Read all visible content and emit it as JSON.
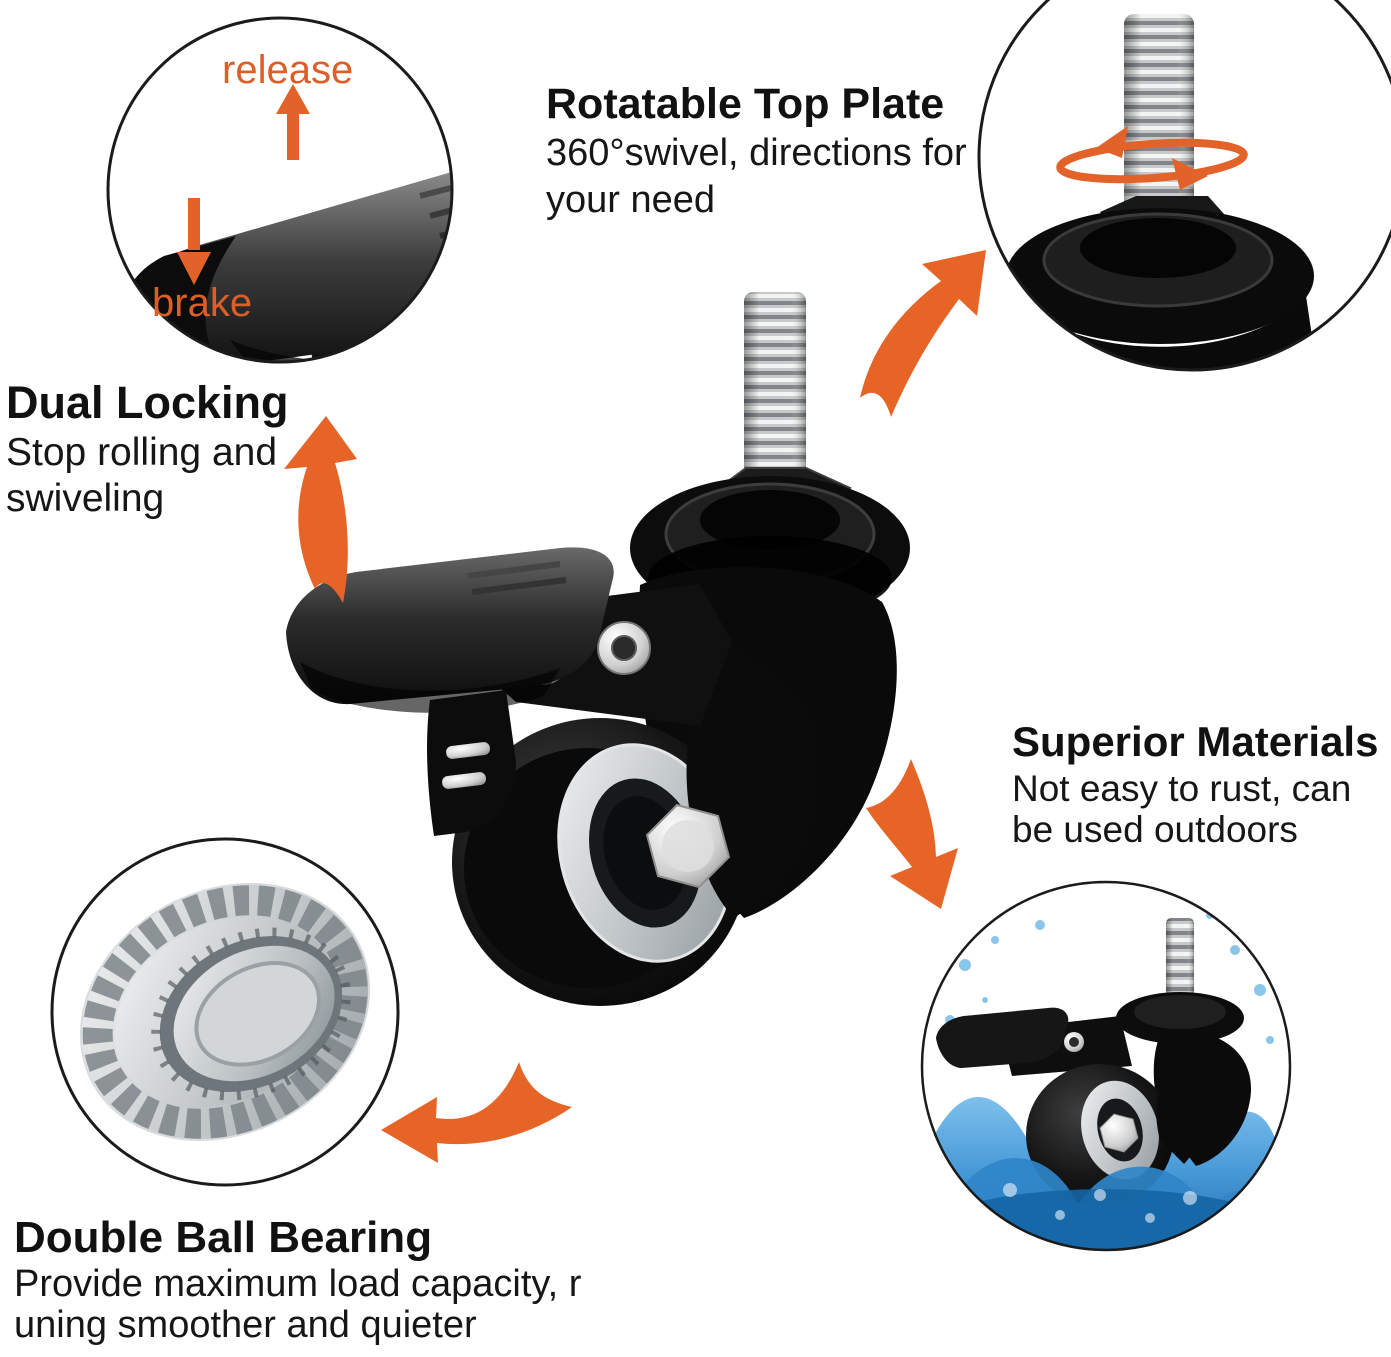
{
  "colors": {
    "accent_orange": "#E2622A",
    "label_orange": "#DC5F28",
    "ink": "#141414",
    "circle_outline": "#1b1b1b",
    "water_blue": "#2f86c8",
    "steel_light": "#f2f3f3",
    "steel_dark": "#85898c"
  },
  "inset_labels": {
    "release": "release",
    "brake": "brake"
  },
  "callouts": {
    "rotatable_top_plate": {
      "title": "Rotatable Top Plate",
      "lines": [
        "360°swivel, directions for",
        "your need"
      ]
    },
    "dual_locking": {
      "title": "Dual Locking",
      "lines": [
        "Stop rolling and",
        "swiveling"
      ]
    },
    "superior_materials": {
      "title": "Superior Materials",
      "lines": [
        "Not easy to rust, can",
        "be used outdoors"
      ]
    },
    "double_ball_bearing": {
      "title": "Double Ball Bearing",
      "lines": [
        "Provide maximum load capacity, r",
        "uning smoother and quieter"
      ]
    }
  }
}
